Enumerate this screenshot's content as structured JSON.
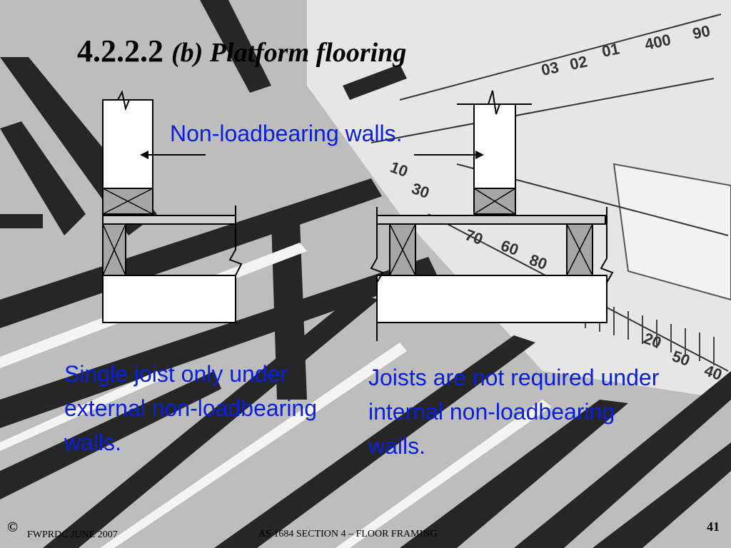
{
  "slide": {
    "title_number": "4.2.2.2",
    "title_text": "(b) Platform flooring",
    "walls_label": "Non-loadbearing walls.",
    "caption_left": "Single joist only under external non-loadbearing walls.",
    "caption_right": "Joists are not required under internal non-loadbearing walls."
  },
  "footer": {
    "copyright": "©",
    "org": "FWPRDC JUNE 2007",
    "section": "AS 1684 SECTION 4 – FLOOR FRAMING",
    "page": "41"
  },
  "background": {
    "ruler_numbers": [
      "400",
      "90",
      "01",
      "02",
      "03",
      "70",
      "60",
      "80",
      "50",
      "20",
      "30",
      "10",
      "40"
    ]
  },
  "colors": {
    "caption_blue": "#0a1ee0",
    "background_gray": "#bdbdbd",
    "member_gray": "#a6a6a6"
  }
}
